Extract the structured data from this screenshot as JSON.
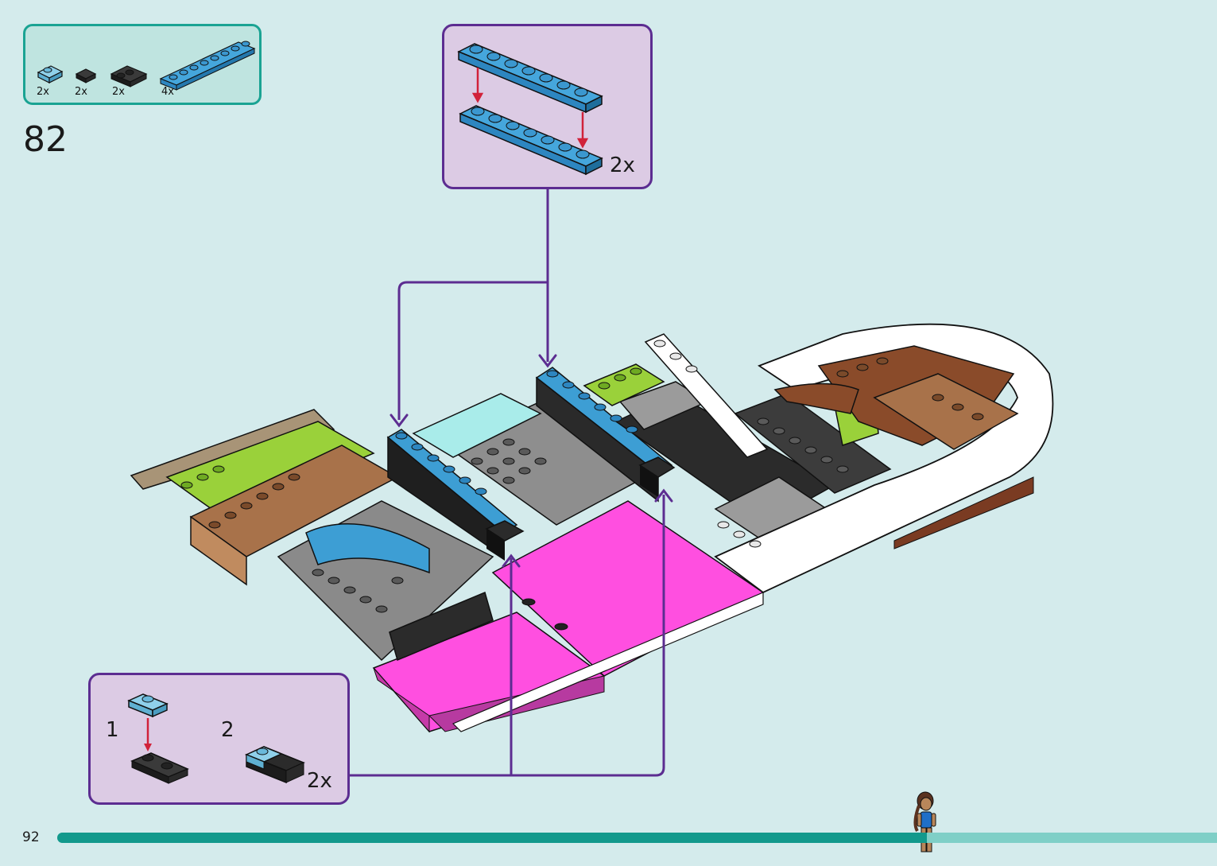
{
  "page": {
    "number": "92",
    "step": "82"
  },
  "parts_list": {
    "items": [
      {
        "part": "light-blue-plate-1x2",
        "qty": "2x"
      },
      {
        "part": "black-tile-1x1",
        "qty": "2x"
      },
      {
        "part": "black-plate-1x2-jumper",
        "qty": "2x"
      },
      {
        "part": "blue-plate-1x8",
        "qty": "4x"
      }
    ]
  },
  "callouts": {
    "top": {
      "multiplier": "2x"
    },
    "bottom": {
      "step_1": "1",
      "step_2": "2",
      "multiplier": "2x"
    }
  },
  "progress": {
    "fraction": 0.75
  },
  "colors": {
    "background": "#d4ebec",
    "parts_border": "#1aa393",
    "callout_border": "#5c2d91",
    "callout_fill": "#dccbe4",
    "progress": "#12998c"
  }
}
